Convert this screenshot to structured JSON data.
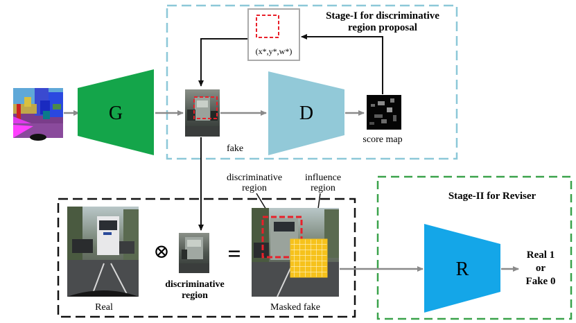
{
  "stage1": {
    "title_line1": "Stage-I for discriminative",
    "title_line2": "region proposal",
    "border_color": "#8cc8d8"
  },
  "stage2": {
    "title": "Stage-II for Reviser",
    "border_color": "#3aa24a"
  },
  "generator": {
    "label": "G",
    "color": "#14a54a"
  },
  "discriminator": {
    "label": "D",
    "color": "#92c9d8"
  },
  "reviser": {
    "label": "R",
    "color": "#14a6e8"
  },
  "proposal": {
    "coords": "(x*,y*,w*)"
  },
  "labels": {
    "fake": "fake",
    "score_map": "score map",
    "real": "Real",
    "discriminative_region_line1": "discriminative",
    "discriminative_region_line2": "region",
    "masked_fake": "Masked fake",
    "disc_region_top_line1": "discriminative",
    "disc_region_top_line2": "region",
    "influence_region_line1": "influence",
    "influence_region_line2": "region",
    "equals": "=",
    "otimes": "⊗",
    "output_line1": "Real 1",
    "output_line2": "or",
    "output_line3": "Fake 0"
  },
  "colors": {
    "arrow_gray": "#8a8a8a",
    "red_box": "#e8202a",
    "influence_yellow": "#f6c21c"
  }
}
